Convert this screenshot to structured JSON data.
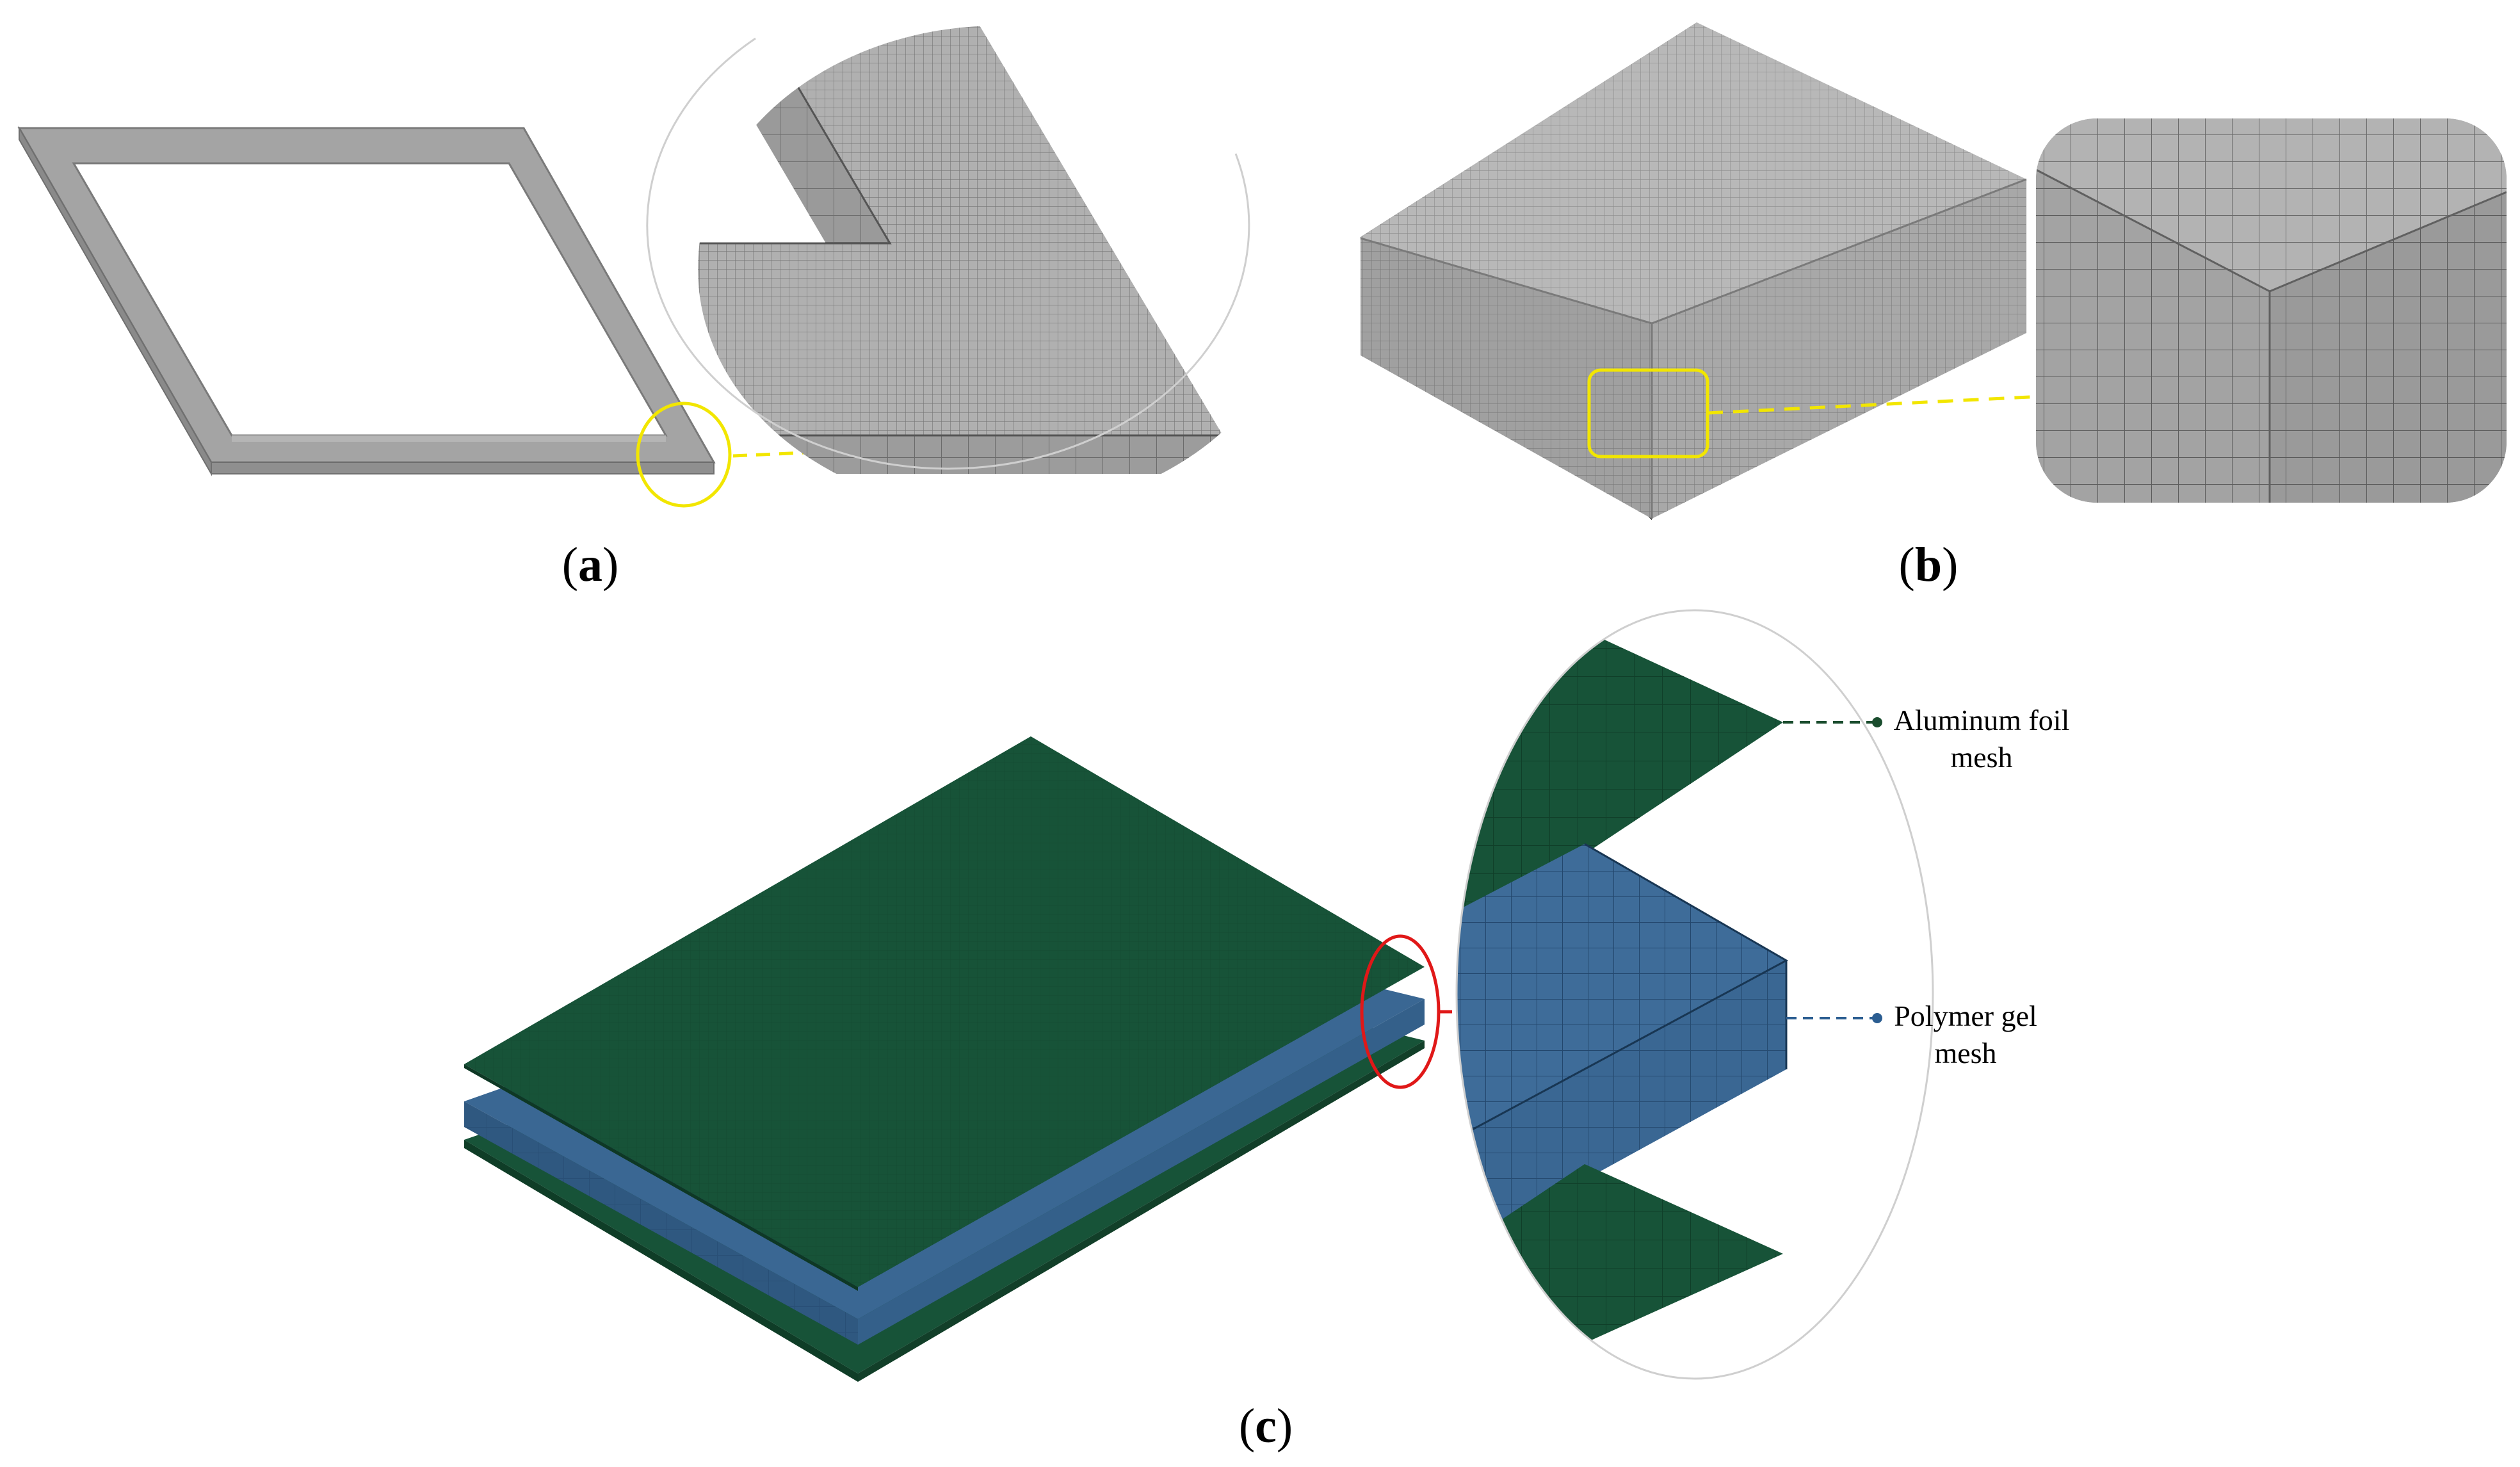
{
  "panels": {
    "a": {
      "caption_open": "(",
      "caption_letter": "a",
      "caption_close": ")"
    },
    "b": {
      "caption_open": "(",
      "caption_letter": "b",
      "caption_close": ")"
    },
    "c": {
      "caption_open": "(",
      "caption_letter": "c",
      "caption_close": ")",
      "labels": [
        {
          "line1": "Aluminum foil",
          "line2": "mesh",
          "color": "#1a4d2e"
        },
        {
          "line1": "Polymer gel",
          "line2": "mesh",
          "color": "#2b5d91"
        }
      ]
    }
  },
  "colors": {
    "frame_grey": "#a3a3a3",
    "block_grey": "#a8a8a8",
    "foil_green": "#175338",
    "gel_blue": "#3a6793",
    "highlight_yellow": "#f2e600",
    "highlight_red": "#e01818",
    "leader_green": "#1a4d2e",
    "leader_blue": "#2b5d91"
  }
}
